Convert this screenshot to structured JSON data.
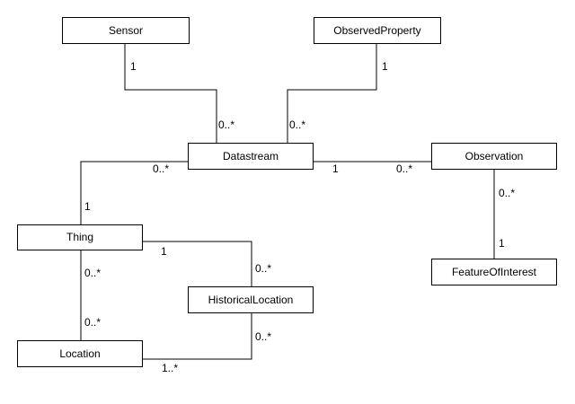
{
  "nodes": {
    "sensor": "Sensor",
    "observed_property": "ObservedProperty",
    "datastream": "Datastream",
    "observation": "Observation",
    "thing": "Thing",
    "feature_of_interest": "FeatureOfInterest",
    "historical_location": "HistoricalLocation",
    "location": "Location"
  },
  "associations": {
    "sensor_datastream": {
      "sensor_end": "1",
      "datastream_end": "0..*"
    },
    "observedproperty_datastream": {
      "observedproperty_end": "1",
      "datastream_end": "0..*"
    },
    "datastream_thing": {
      "datastream_end": "0..*",
      "thing_end": "1"
    },
    "datastream_observation": {
      "datastream_end": "1",
      "observation_end": "0..*"
    },
    "observation_featureofinterest": {
      "observation_end": "0..*",
      "featureofinterest_end": "1"
    },
    "thing_historicallocation": {
      "thing_end": "1",
      "historicallocation_end": "0..*"
    },
    "thing_location": {
      "thing_end": "0..*",
      "location_end": "0..*"
    },
    "historicallocation_location": {
      "historicallocation_end": "0..*",
      "location_end": "1..*"
    }
  }
}
